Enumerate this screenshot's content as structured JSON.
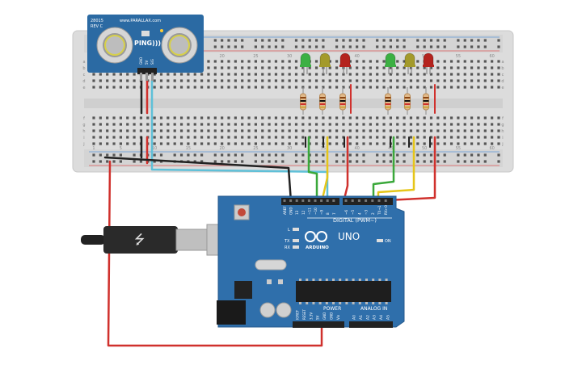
{
  "colors": {
    "breadboard": "#dcdcdc",
    "board_blue": "#2f6fab",
    "sensor_blue": "#2b6aa3",
    "wire_red": "#d0312d",
    "wire_black": "#222222",
    "wire_green": "#3aa83a",
    "wire_yellow": "#e6c619",
    "wire_cyan": "#5fc0d8",
    "led_green": "#3cb043",
    "led_yellow": "#a39a2b",
    "led_red": "#b4231e"
  },
  "breadboard": {
    "column_numbers": [
      "1",
      "5",
      "10",
      "15",
      "20",
      "25",
      "30",
      "35",
      "40",
      "45",
      "50",
      "55",
      "60"
    ],
    "row_letters_top": [
      "a",
      "b",
      "c",
      "d",
      "e"
    ],
    "row_letters_bottom": [
      "f",
      "g",
      "h",
      "i",
      "j"
    ]
  },
  "sensor": {
    "label_top": "28015",
    "label_rev": "REV C",
    "brand": "www.PARALLAX.com",
    "name": "PING)))",
    "pins": [
      "GND",
      "5V",
      "SIG"
    ]
  },
  "leds": [
    {
      "color": "green"
    },
    {
      "color": "yellow"
    },
    {
      "color": "red"
    },
    {
      "color": "green"
    },
    {
      "color": "yellow"
    },
    {
      "color": "red"
    }
  ],
  "arduino": {
    "logo_text": "ARDUINO",
    "model": "UNO",
    "on_label": "ON",
    "digital_label": "DIGITAL (PWM~)",
    "power_label": "POWER",
    "analog_label": "ANALOG IN",
    "led_labels": [
      "L",
      "TX",
      "RX"
    ],
    "top_pin_labels": [
      "AREF",
      "GND",
      "13",
      "12",
      "~11",
      "~10",
      "~9",
      "8",
      "7",
      "~6",
      "~5",
      "4",
      "~3",
      "2",
      "TX→1",
      "RX←0"
    ],
    "power_pin_labels": [
      "IOREF",
      "RESET",
      "3.3V",
      "5V",
      "GND",
      "GND",
      "Vin"
    ],
    "analog_pin_labels": [
      "A0",
      "A1",
      "A2",
      "A3",
      "A4",
      "A5"
    ]
  }
}
